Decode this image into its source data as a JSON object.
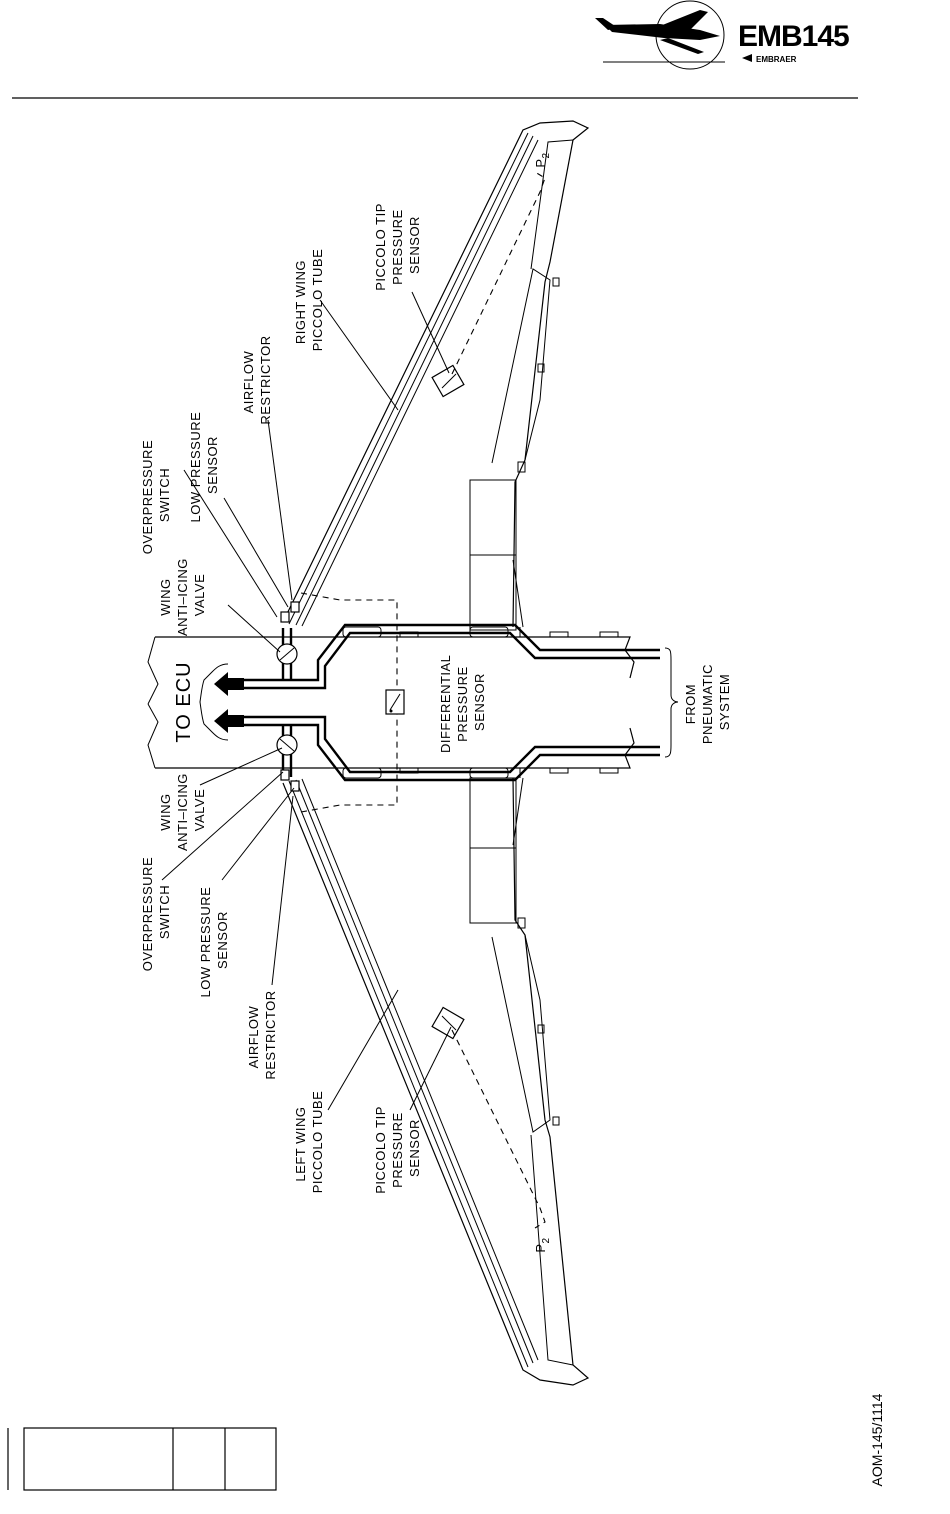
{
  "logo": {
    "text": "EMB145",
    "subtext": "EMBRAER",
    "icon": "embraer-aircraft-logo"
  },
  "footer": {
    "doc_code": "AOM-145/1114"
  },
  "labels": {
    "to_ecu": "TO ECU",
    "from_pneumatic": [
      "FROM",
      "PNEUMATIC",
      "SYSTEM"
    ],
    "differential_pressure_sensor": [
      "DIFFERENTIAL",
      "PRESSURE",
      "SENSOR"
    ],
    "right": {
      "wing_piccolo_tube": [
        "RIGHT WING",
        "PICCOLO TUBE"
      ],
      "piccolo_tip_pressure_sensor": [
        "PICCOLO TIP",
        "PRESSURE",
        "SENSOR"
      ],
      "airflow_restrictor": [
        "AIRFLOW",
        "RESTRICTOR"
      ],
      "low_pressure_sensor": [
        "LOW PRESSURE",
        "SENSOR"
      ],
      "overpressure_switch": [
        "OVERPRESSURE",
        "SWITCH"
      ],
      "wing_anti_icing_valve": [
        "WING",
        "ANTI–ICING",
        "VALVE"
      ],
      "p2": "P",
      "p2_sub": "2"
    },
    "left": {
      "wing_anti_icing_valve": [
        "WING",
        "ANTI–ICING",
        "VALVE"
      ],
      "overpressure_switch": [
        "OVERPRESSURE",
        "SWITCH"
      ],
      "low_pressure_sensor": [
        "LOW PRESSURE",
        "SENSOR"
      ],
      "airflow_restrictor": [
        "AIRFLOW",
        "RESTRICTOR"
      ],
      "wing_piccolo_tube": [
        "LEFT  WING",
        "PICCOLO TUBE"
      ],
      "piccolo_tip_pressure_sensor": [
        "PICCOLO TIP",
        "PRESSURE",
        "SENSOR"
      ],
      "p2": "P",
      "p2_sub": "2"
    }
  }
}
